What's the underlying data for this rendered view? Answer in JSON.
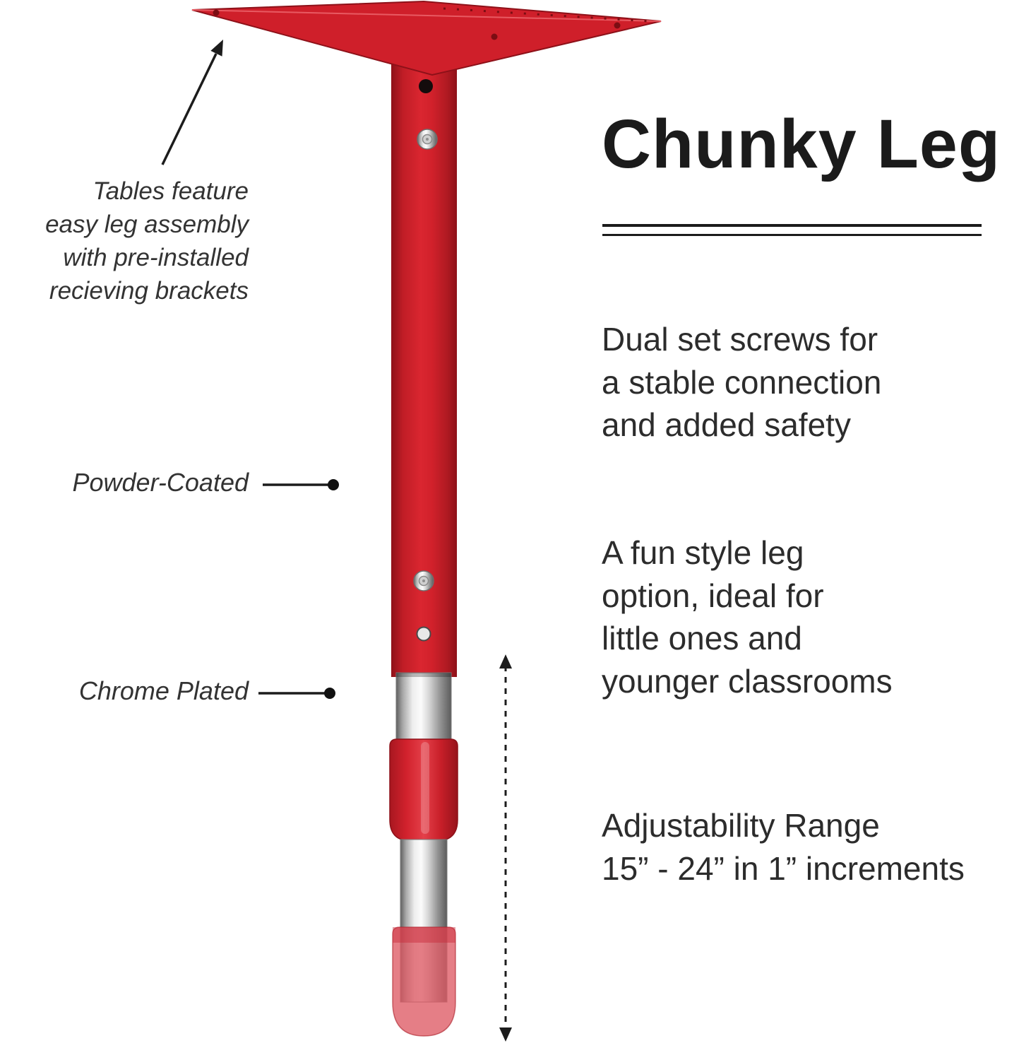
{
  "title": "Chunky Leg",
  "callouts": {
    "assembly_note": "Tables feature\neasy leg assembly\nwith pre-installed\nrecieving brackets",
    "powder_coated": "Powder-Coated",
    "chrome_plated": "Chrome Plated"
  },
  "features": [
    {
      "text": "Dual set screws for\na stable connection\nand added safety"
    },
    {
      "text": "A fun style leg\noption, ideal for\nlittle ones and\nyounger classrooms"
    },
    {
      "text": "Adjustability Range\n15” - 24” in 1” increments"
    }
  ],
  "colors": {
    "leg_red": "#d1212b",
    "leg_red_dark": "#8e1119",
    "chrome_light": "#fbfbfb",
    "chrome_dark": "#5f5f5f",
    "cap_translucent_red": "#de5a64",
    "line_black": "#1c1c1c",
    "text": "#2c2c2c"
  }
}
